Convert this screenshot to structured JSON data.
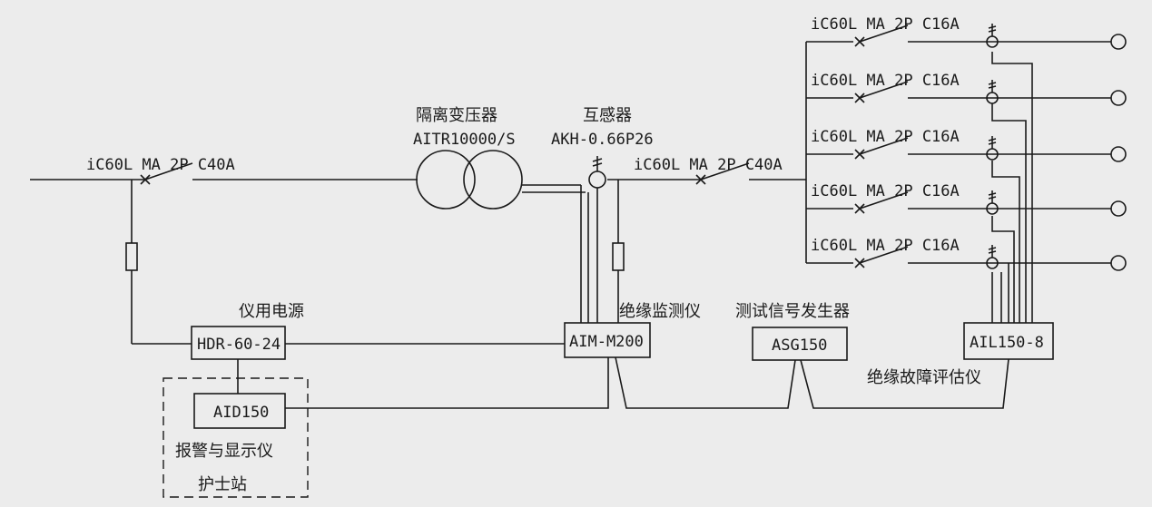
{
  "main_breaker": {
    "label": "iC60L MA 2P C40A"
  },
  "transformer": {
    "name": "隔离变压器",
    "model": "AITR10000/S"
  },
  "ct": {
    "name": "互感器",
    "model": "AKH-0.66P26"
  },
  "sub_breaker": {
    "label": "iC60L MA 2P C40A"
  },
  "branches": [
    {
      "label": "iC60L MA 2P C16A"
    },
    {
      "label": "iC60L MA 2P C16A"
    },
    {
      "label": "iC60L MA 2P C16A"
    },
    {
      "label": "iC60L MA 2P C16A"
    },
    {
      "label": "iC60L MA 2P C16A"
    }
  ],
  "power_supply": {
    "title": "仪用电源",
    "model": "HDR-60-24"
  },
  "monitor": {
    "title": "绝缘监测仪",
    "model": "AIM-M200"
  },
  "signal_gen": {
    "title": "测试信号发生器",
    "model": "ASG150"
  },
  "locator": {
    "title": "绝缘故障评估仪",
    "model": "AIL150-8"
  },
  "alarm": {
    "model": "AID150",
    "title": "报警与显示仪",
    "station": "护士站"
  }
}
